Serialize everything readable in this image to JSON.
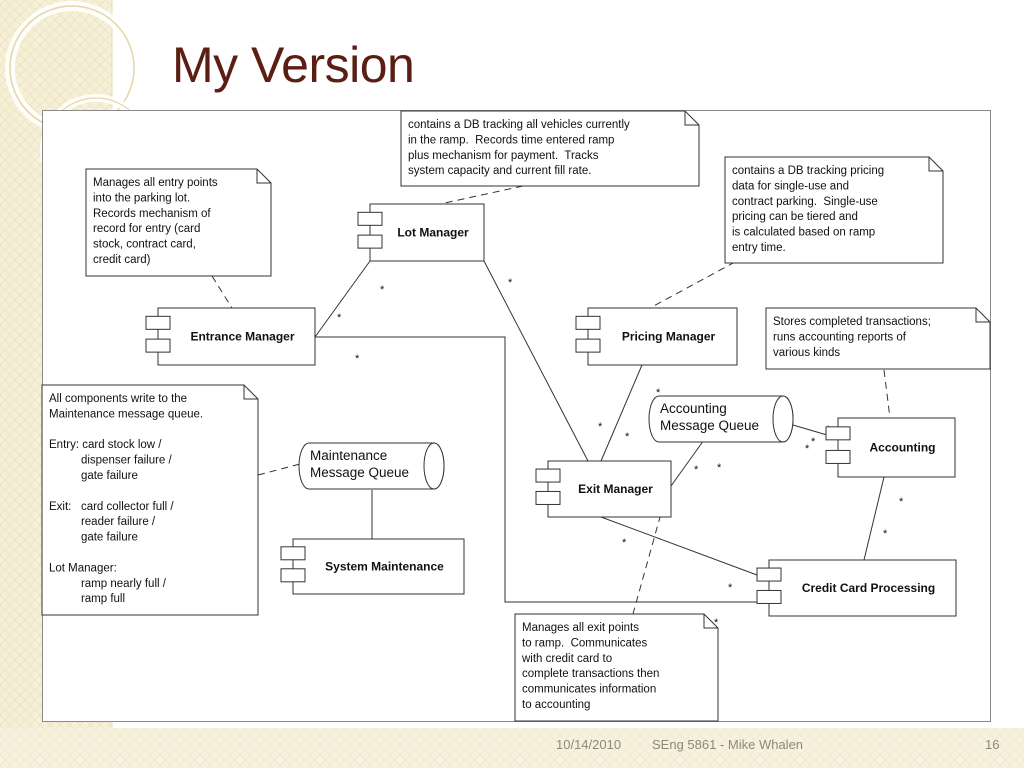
{
  "slide": {
    "title": "My Version",
    "footer": {
      "date": "10/14/2010",
      "course": "SEng 5861 - Mike Whalen",
      "page": "16"
    },
    "colors": {
      "title": "#5a1e12",
      "sidebar": "#f6f0d8",
      "footer_text": "#8a8a7a"
    }
  },
  "diagram": {
    "components": {
      "lot_manager": "Lot Manager",
      "entrance_manager": "Entrance Manager",
      "pricing_manager": "Pricing Manager",
      "exit_manager": "Exit Manager",
      "accounting": "Accounting",
      "system_maintenance": "System Maintenance",
      "credit_card_processing": "Credit Card Processing"
    },
    "queues": {
      "accounting": [
        "Accounting",
        "Message Queue"
      ],
      "maintenance": [
        "Maintenance",
        "Message Queue"
      ]
    },
    "notes": {
      "entrance": [
        "Manages all entry points",
        "into the parking lot.",
        "Records mechanism of",
        "record for entry (card",
        "stock, contract card,",
        "credit card)"
      ],
      "lot": [
        "contains a DB tracking all vehicles currently",
        "in the ramp.  Records time entered ramp",
        "plus mechanism for payment.  Tracks",
        "system capacity and current fill rate."
      ],
      "pricing": [
        "contains a DB tracking pricing",
        "data for single-use and",
        "contract parking.  Single-use",
        "pricing can be tiered and",
        "is calculated based on ramp",
        "entry time."
      ],
      "accounting": [
        "Stores completed transactions;",
        "runs accounting reports of",
        "various kinds"
      ],
      "maintenance": [
        "All components write to the",
        "Maintenance message queue.",
        "",
        "Entry: card stock low /",
        "          dispenser failure /",
        "          gate failure",
        "",
        "Exit:   card collector full /",
        "          reader failure /",
        "          gate failure",
        "",
        "Lot Manager:",
        "          ramp nearly full /",
        "          ramp full"
      ],
      "exit": [
        "Manages all exit points",
        "to ramp.  Communicates",
        "with credit card to",
        "complete transactions then",
        "communicates information",
        "to accounting"
      ]
    },
    "multiplicity": "*"
  }
}
